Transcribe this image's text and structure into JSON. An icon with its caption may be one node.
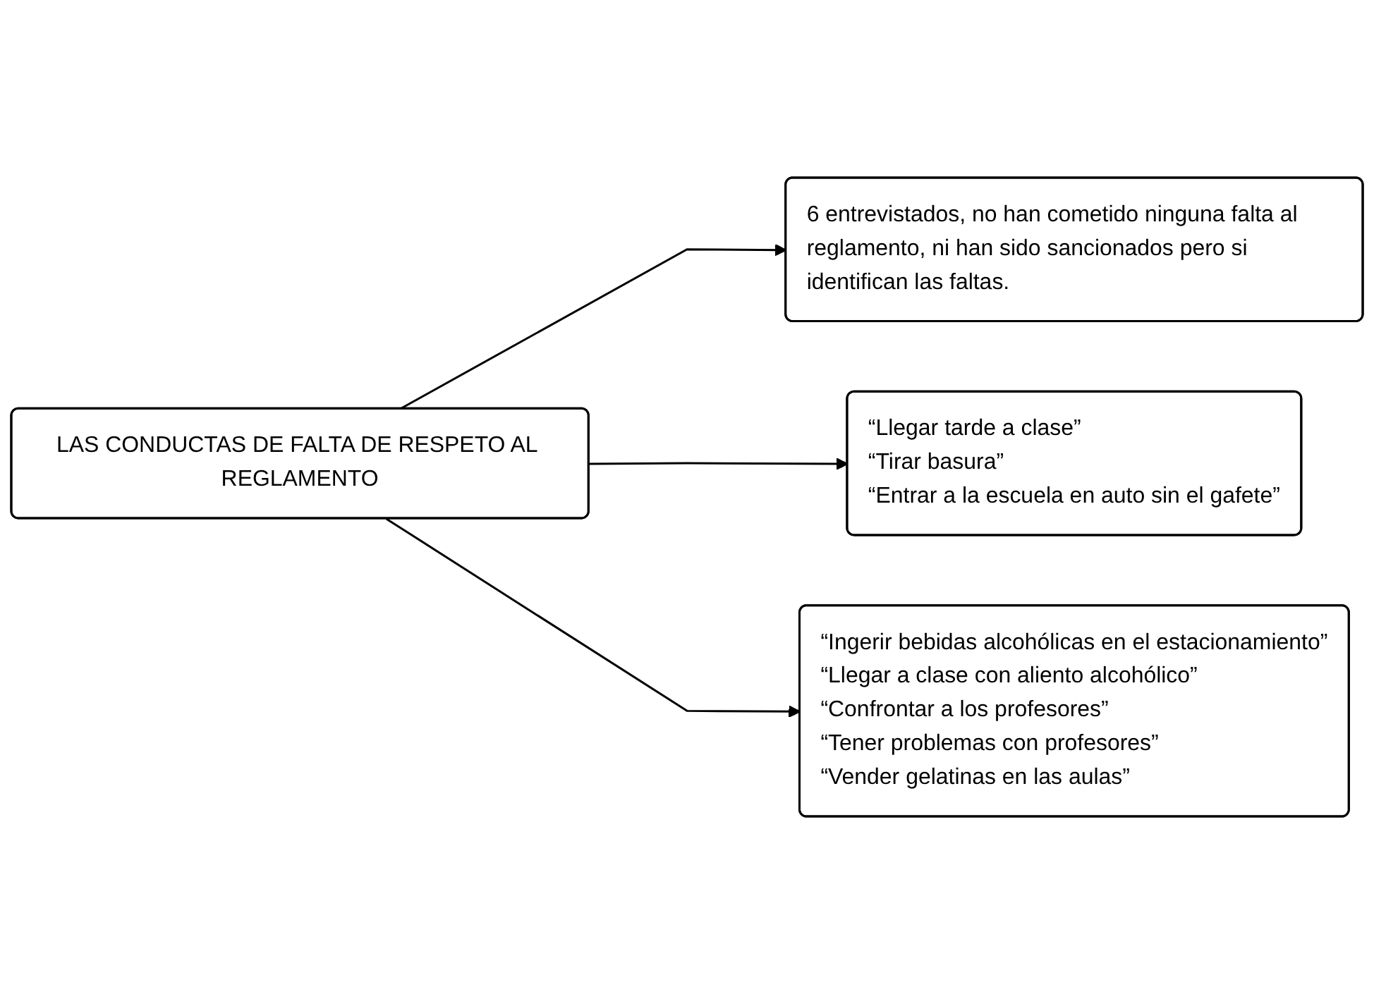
{
  "diagram": {
    "nodes": [
      {
        "text": [
          "LAS CONDUCTAS DE FALTA DE RESPETO AL REGLAMENTO"
        ]
      },
      {
        "text": [
          "6 entrevistados, no han cometido ninguna falta al reglamento, ni han sido sancionados pero si identifican las faltas."
        ]
      },
      {
        "text": [
          "“Llegar tarde a clase”",
          "“Tirar basura”",
          "“Entrar a la escuela en auto sin el gafete”"
        ]
      },
      {
        "text": [
          "“Ingerir bebidas alcohólicas en el estacionamiento”",
          "“Llegar a clase con aliento alcohólico”",
          "“Confrontar a los profesores”",
          "“Tener problemas con profesores”",
          "“Vender gelatinas en las aulas”"
        ]
      }
    ],
    "edges": [
      {
        "from": 0,
        "to": 1,
        "arrow": "to"
      },
      {
        "from": 0,
        "to": 2,
        "arrow": "to"
      },
      {
        "from": 0,
        "to": 3,
        "arrow": "to"
      }
    ]
  }
}
